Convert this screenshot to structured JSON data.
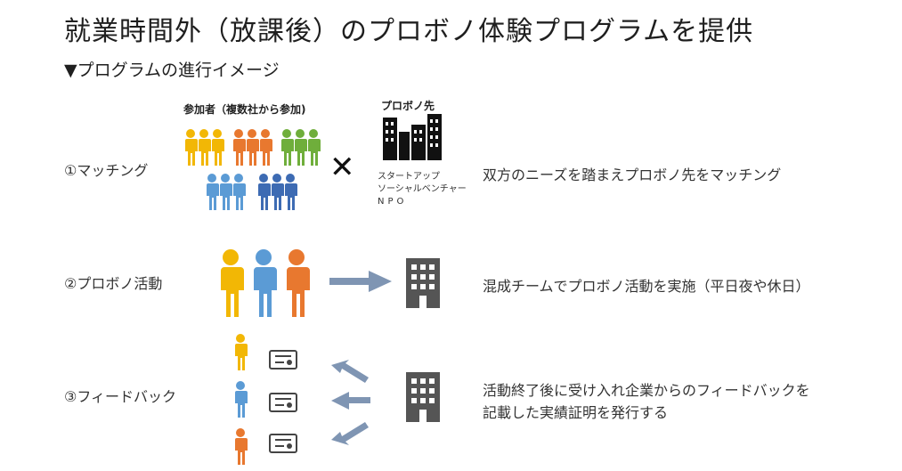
{
  "title": "就業時間外（放課後）のプロボノ体験プログラムを提供",
  "subtitle": "▼プログラムの進行イメージ",
  "participants_label": "参加者（複数社から参加)",
  "probono_label": "プロボノ先",
  "probono_types": [
    "スタートアップ",
    "ソーシャルベンチャー",
    "NPO"
  ],
  "cross_symbol": "✕",
  "steps": [
    {
      "label": "①マッチング",
      "desc": "双方のニーズを踏まえプロボノ先をマッチング"
    },
    {
      "label": "②プロボノ活動",
      "desc": "混成チームでプロボノ活動を実施（平日夜や休日）"
    },
    {
      "label": "③フィードバック",
      "desc_line1": "活動終了後に受け入れ企業からのフィードバックを",
      "desc_line2": "記載した実績証明を発行する"
    }
  ],
  "colors": {
    "yellow": "#F2B705",
    "orange": "#E8782F",
    "green": "#6FAE3B",
    "blue": "#5B9BD5",
    "darkblue": "#3D6BB3",
    "gray": "#555555",
    "arrow": "#7F95B3"
  },
  "icons": [
    "person-icon",
    "building-icon",
    "cityscape-icon",
    "certificate-icon",
    "arrow-icon"
  ]
}
